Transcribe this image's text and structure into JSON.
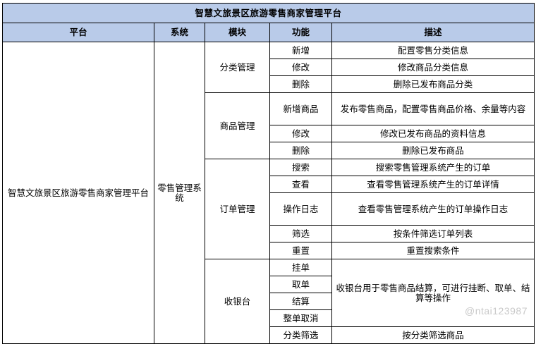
{
  "title": "智慧文旅景区旅游零售商家管理平台",
  "watermark": "@ntai123987",
  "colors": {
    "header_bg": "#b9cbe9",
    "border": "#000000",
    "text": "#000000",
    "watermark": "#c9c9c9",
    "page_bg": "#ffffff"
  },
  "headers": {
    "platform": "平台",
    "system": "系统",
    "module": "模块",
    "function": "功能",
    "description": "描述"
  },
  "platform": "智慧文旅景区旅游零售商家管理平台",
  "system": "零售管理系统",
  "modules": [
    {
      "name": "分类管理",
      "rows": [
        {
          "function": "新增",
          "description": "配置零售分类信息"
        },
        {
          "function": "修改",
          "description": "修改商品分类信息"
        },
        {
          "function": "删除",
          "description": "删除已发布商品分类"
        }
      ]
    },
    {
      "name": "商品管理",
      "rows": [
        {
          "function": "新增商品",
          "description": "发布零售商品，配置零售商品价格、余量等内容"
        },
        {
          "function": "修改",
          "description": "修改已发布商品的资料信息"
        },
        {
          "function": "删除",
          "description": "删除已发布商品"
        }
      ]
    },
    {
      "name": "订单管理",
      "rows": [
        {
          "function": "搜索",
          "description": "搜索零售管理系统产生的订单"
        },
        {
          "function": "查看",
          "description": "查看零售管理系统产生的订单详情"
        },
        {
          "function": "操作日志",
          "description": "查看零售管理系统产生的订单操作日志"
        },
        {
          "function": "筛选",
          "description": "按条件筛选订单列表"
        },
        {
          "function": "重置",
          "description": "重置搜索条件"
        }
      ]
    },
    {
      "name": "收银台",
      "merged_description": "收银台用于零售商品结算，可进行挂断、取单、结算等操作",
      "rows": [
        {
          "function": "挂单"
        },
        {
          "function": "取单"
        },
        {
          "function": "结算"
        },
        {
          "function": "整单取消"
        },
        {
          "function": "分类筛选",
          "description": "按分类筛选商品"
        }
      ]
    }
  ]
}
